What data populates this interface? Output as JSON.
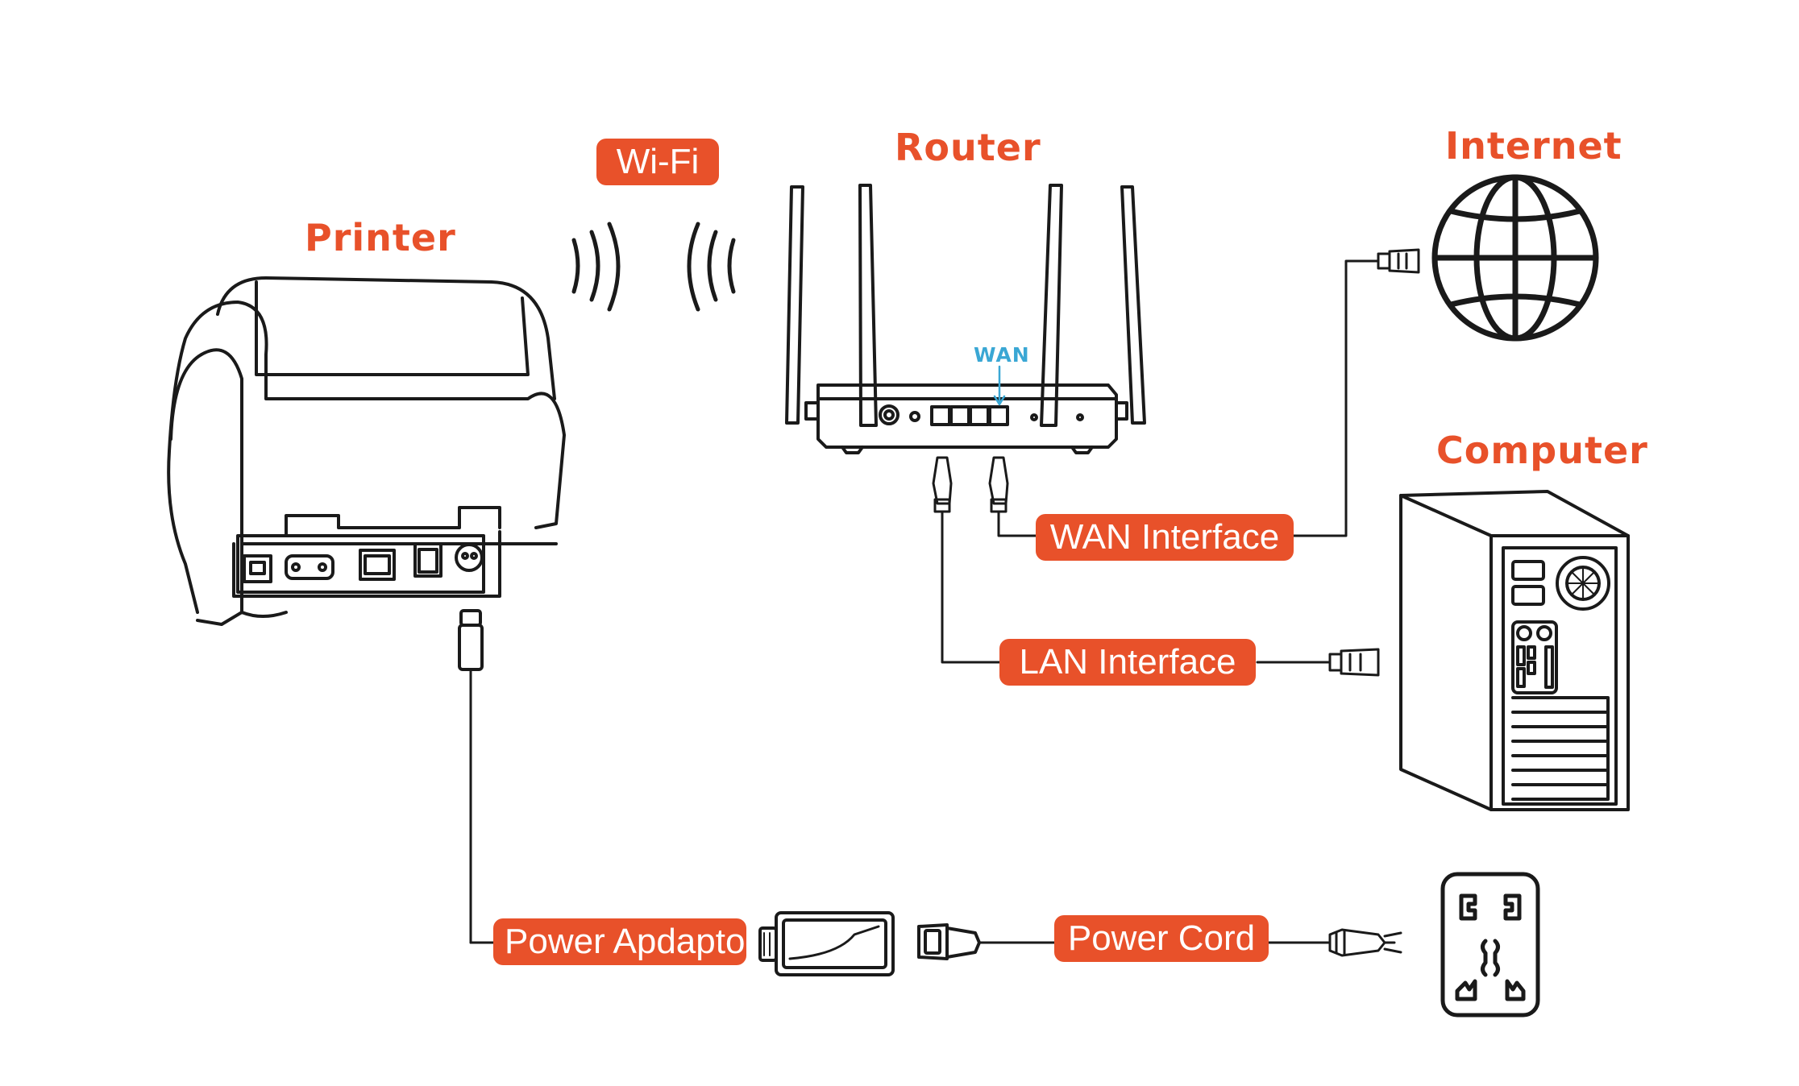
{
  "headings": {
    "printer": "Printer",
    "router": "Router",
    "internet": "Internet",
    "computer": "Computer"
  },
  "labels": {
    "wifi": "Wi-Fi",
    "wan_tag": "WAN",
    "wan_interface": "WAN Interface",
    "lan_interface": "LAN Interface",
    "power_adaptor": "Power Apdaptor",
    "power_cord": "Power Cord"
  },
  "colors": {
    "accent": "#e8512a",
    "wan_tag": "#3aa7d4",
    "line": "#1a1a1a"
  },
  "icons": [
    "printer-icon",
    "router-icon",
    "globe-icon",
    "computer-tower-icon",
    "power-adaptor-icon",
    "power-socket-icon",
    "rj45-plug-icon",
    "wifi-waves-icon"
  ]
}
